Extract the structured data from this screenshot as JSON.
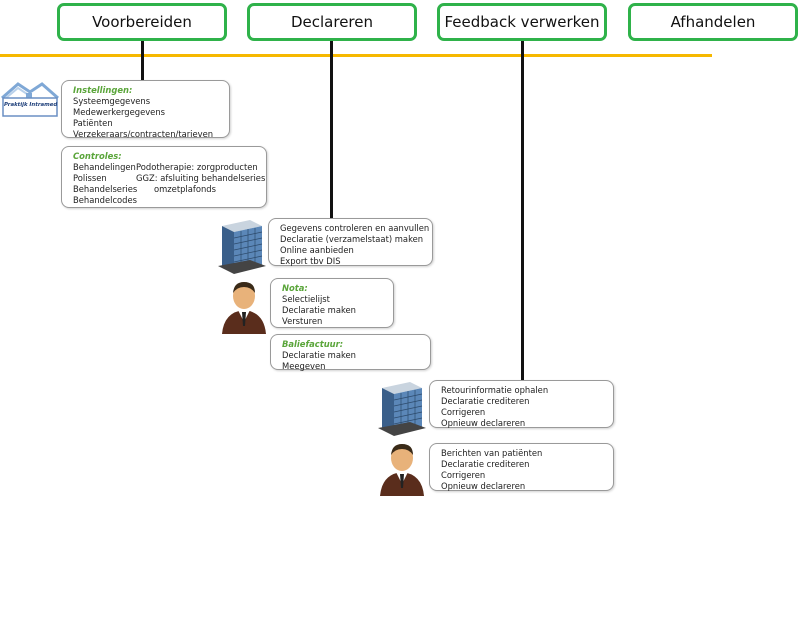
{
  "phases": [
    {
      "label": "Voorbereiden"
    },
    {
      "label": "Declareren"
    },
    {
      "label": "Feedback verwerken"
    },
    {
      "label": "Afhandelen"
    }
  ],
  "logo": {
    "text": "Praktijk Intramed"
  },
  "instellingen": {
    "header": "Instellingen:",
    "items": [
      "Systeemgegevens",
      "Medewerkergegevens",
      "Patiënten",
      "Verzekeraars/contracten/tarieven"
    ]
  },
  "controles": {
    "header": "Controles:",
    "left": [
      "Behandelingen",
      "Polissen",
      "Behandelseries",
      "Behandelcodes"
    ],
    "right": [
      "Podotherapie: zorgproducten",
      "GGZ: afsluiting behandelseries",
      "omzetplafonds"
    ]
  },
  "declaratie_software": {
    "items": [
      "Gegevens controleren en aanvullen",
      "Declaratie (verzamelstaat) maken",
      "Online aanbieden",
      "Export tbv DIS"
    ]
  },
  "nota": {
    "header": "Nota:",
    "items": [
      "Selectielijst",
      "Declaratie maken",
      "Versturen"
    ]
  },
  "baliefactuur": {
    "header": "Baliefactuur:",
    "items": [
      "Declaratie maken",
      "Meegeven"
    ]
  },
  "feedback_software": {
    "items": [
      "Retourinformatie ophalen",
      "Declaratie crediteren",
      "Corrigeren",
      "Opnieuw declareren"
    ]
  },
  "feedback_person": {
    "items": [
      "Berichten van patiënten",
      "Declaratie crediteren",
      "Corrigeren",
      "Opnieuw declareren"
    ]
  },
  "colors": {
    "phase_border": "#2fb24a",
    "timeline": "#f6b800",
    "header_text": "#5aa53a"
  },
  "icons": [
    "house-logo-icon",
    "office-building-icon",
    "businessman-icon"
  ]
}
